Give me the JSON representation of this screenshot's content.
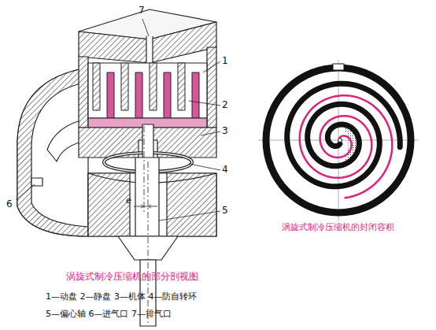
{
  "diagram": {
    "labels": [
      "7",
      "1",
      "2",
      "3",
      "4",
      "6",
      "5",
      "e",
      "涡旋式制冷压缩机的部分剖视图",
      "1—动盘 2—静盘 3—机体 4—防自转环",
      "5—偏心轴 6—进气口 7—排气口",
      "涡旋式制冷压缩机的封闭容积"
    ]
  }
}
